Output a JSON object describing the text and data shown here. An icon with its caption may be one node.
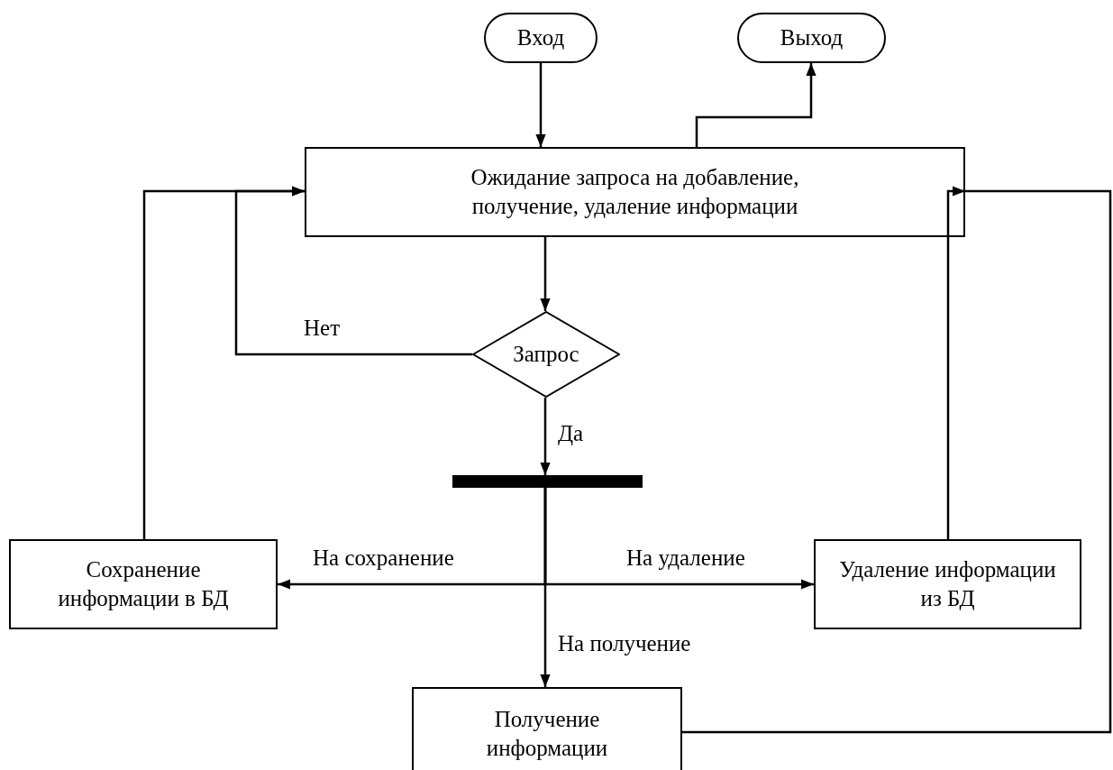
{
  "diagram": {
    "nodes": [
      {
        "text": [
          "Вход"
        ]
      },
      {
        "text": [
          "Выход"
        ]
      },
      {
        "text": [
          "Ожидание запроса на добавление, получение, удаление информации"
        ]
      },
      {
        "text": [
          "Запрос"
        ]
      },
      {
        "text": [],
        "shape": "bar"
      },
      {
        "text": [
          "Сохранение информации в БД"
        ]
      },
      {
        "text": [
          "Удаление информации из БД"
        ]
      },
      {
        "text": [
          "Получение информации"
        ]
      }
    ],
    "edges": [
      {
        "from": 0,
        "to": 2,
        "arrow": "to"
      },
      {
        "from": 2,
        "to": 1,
        "arrow": "to"
      },
      {
        "from": 2,
        "to": 3,
        "arrow": "to"
      },
      {
        "from": 3,
        "to": 2,
        "arrow": "to",
        "label": "Нет"
      },
      {
        "from": 3,
        "to": 4,
        "arrow": "to",
        "label": "Да"
      },
      {
        "from": 4,
        "to": 5,
        "arrow": "to",
        "label": "На сохранение"
      },
      {
        "from": 4,
        "to": 6,
        "arrow": "to",
        "label": "На удаление"
      },
      {
        "from": 4,
        "to": 7,
        "arrow": "to",
        "label": "На получение"
      },
      {
        "from": 5,
        "to": 2,
        "arrow": "to"
      },
      {
        "from": 6,
        "to": 2,
        "arrow": "to"
      },
      {
        "from": 7,
        "to": 2,
        "arrow": "none"
      }
    ]
  }
}
